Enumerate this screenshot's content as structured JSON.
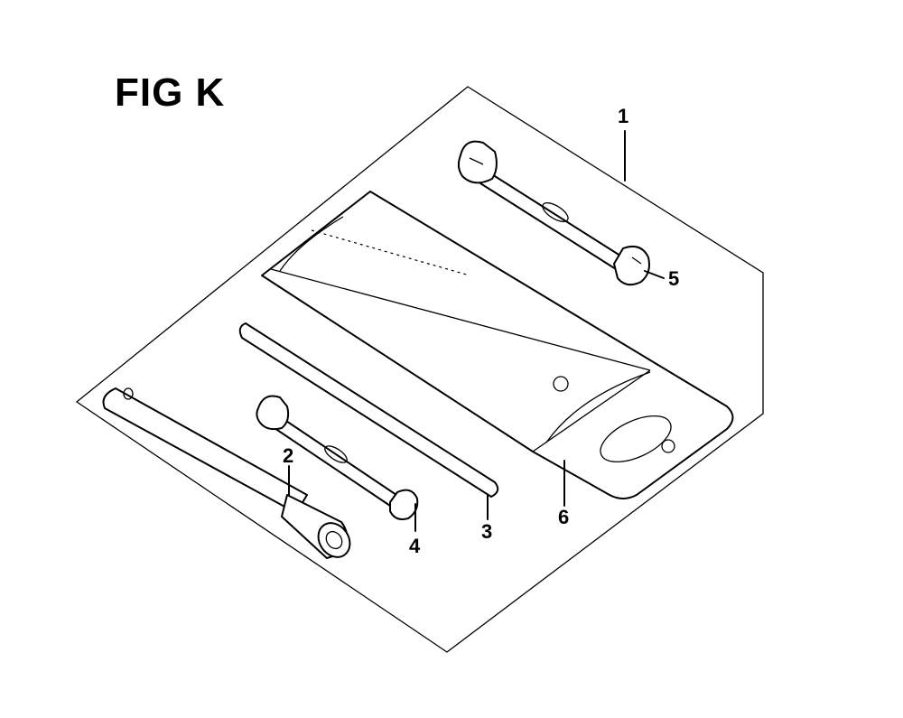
{
  "figure": {
    "title": "FIG K"
  },
  "callouts": [
    {
      "id": "1",
      "label": "1"
    },
    {
      "id": "2",
      "label": "2"
    },
    {
      "id": "3",
      "label": "3"
    },
    {
      "id": "4",
      "label": "4"
    },
    {
      "id": "5",
      "label": "5"
    },
    {
      "id": "6",
      "label": "6"
    }
  ]
}
